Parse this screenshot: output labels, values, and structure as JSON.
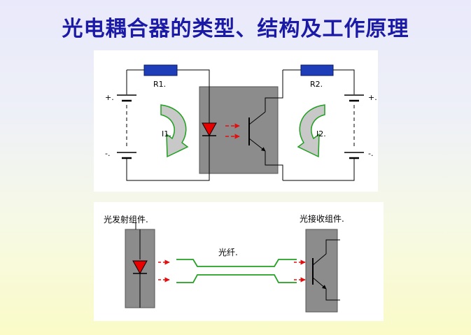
{
  "slide": {
    "title": "光电耦合器的类型、结构及工作原理"
  },
  "top_diagram": {
    "resistor_left": "R1.",
    "resistor_right": "R2.",
    "current_left": "I1.",
    "current_right": "I2.",
    "plus_left": "+.",
    "minus_left": "-.",
    "plus_right": "+.",
    "minus_right": "-."
  },
  "bottom_diagram": {
    "emitter_label": "光发射组件.",
    "receiver_label": "光接收组件.",
    "fiber_label": "光纤."
  },
  "colors": {
    "title": "#1a1aa6",
    "resistor": "#1e3db8",
    "led": "#e80000",
    "light_ray": "#e01010",
    "arrow_fill": "#c8c8c8",
    "arrow_outline": "#1ea01e",
    "coupler_box": "#8c8c8c",
    "fiber": "#22a022"
  }
}
